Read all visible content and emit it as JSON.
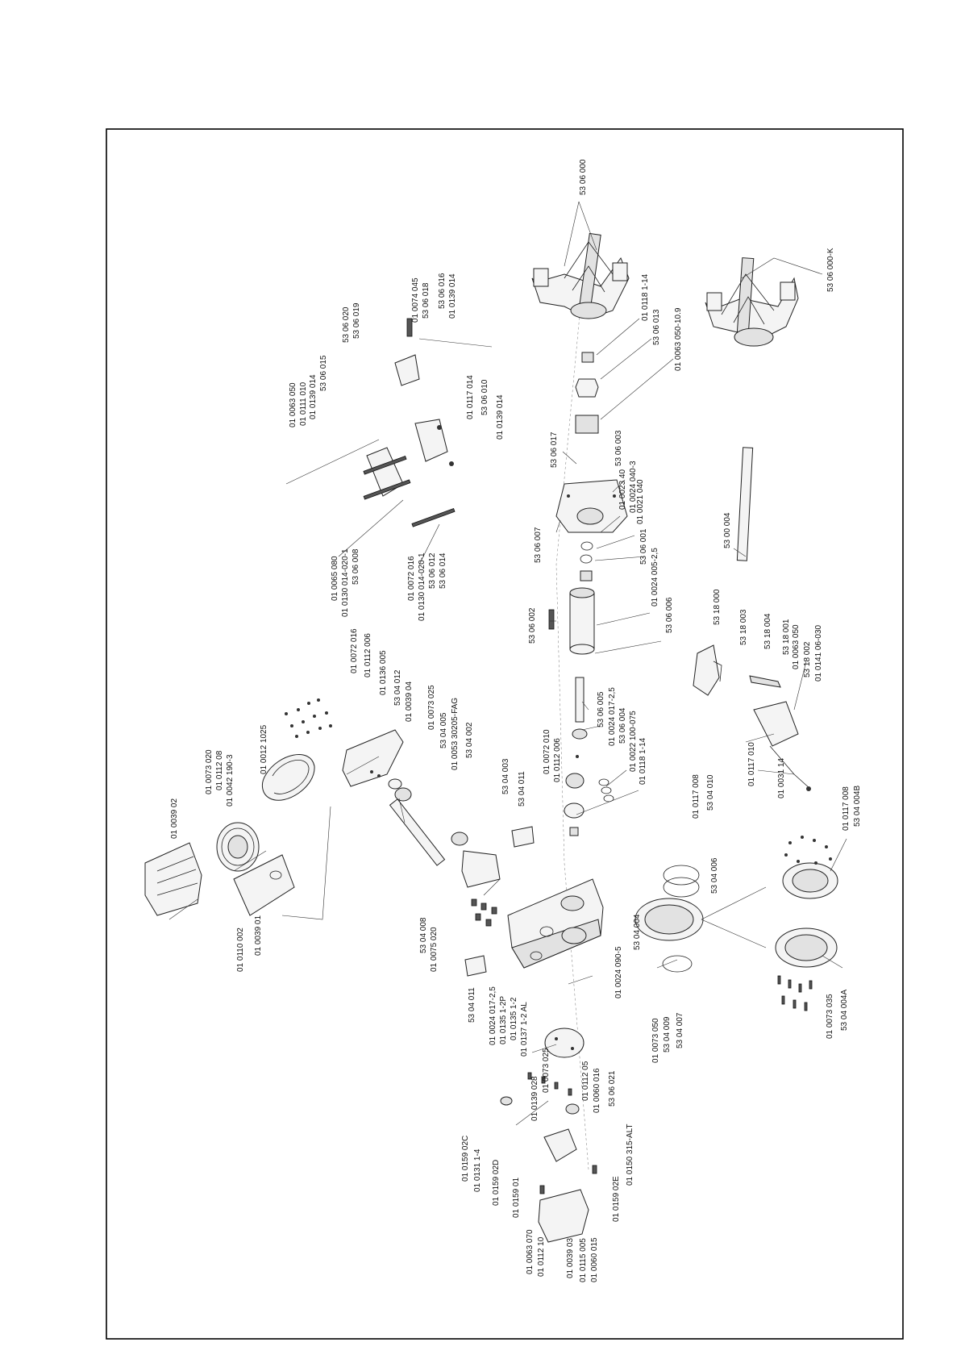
{
  "drawing": {
    "title": "",
    "orientation": "rotated-90",
    "labels": [
      "53 06 000",
      "53 06 000-K",
      "01 0118 1-14",
      "53 06 013",
      "01 0063 050-10.9",
      "53 06 017",
      "53 06 003",
      "01 0023 40",
      "01 0024 040-3",
      "01 0021 040",
      "53 06 001",
      "01 0024 005-2,5",
      "53 06 007",
      "53 06 002",
      "53 06 006",
      "53 06 005",
      "01 0024 017-2,5",
      "53 06 004",
      "01 0022 100-075",
      "01 0118 1-14",
      "53 00 004",
      "53 18 000",
      "53 18 003",
      "53 18 004",
      "53 18 001",
      "01 0063 050",
      "53 18 002",
      "01 0141 06-030",
      "01 0117 010",
      "01 0031 14",
      "01 0063 050",
      "01 0111 010",
      "01 0139 014",
      "53 06 015",
      "53 06 020",
      "53 06 019",
      "01 0074 045",
      "53 06 018",
      "53 06 016",
      "01 0139 014",
      "01 0117 014",
      "53 06 010",
      "01 0139 014",
      "01 0065 080",
      "01 0130 014-020-1",
      "53 06 008",
      "01 0072 016",
      "01 0130 014-020-1",
      "53 06 012",
      "53 06 014",
      "01 0072 016",
      "01 0112 006",
      "01 0136 005",
      "53 04 012",
      "01 0039 04",
      "01 0073 025",
      "53 04 005",
      "01 0053 30205-FAG",
      "53 04 002",
      "01 0073 020",
      "01 0112 08",
      "01 0042 190-3",
      "01 0012 1025",
      "01 0039 02",
      "01 0110 002",
      "01 0039 01",
      "53 04 003",
      "53 04 011",
      "01 0072 010",
      "01 0112 006",
      "53 04 008",
      "01 0075 020",
      "53 04 011",
      "01 0024 017-2,5",
      "01 0135 1-2P",
      "01 0135 1-2",
      "01 0137 1-2 AL",
      "01 0024 090-5",
      "01 0117 008",
      "53 04 010",
      "53 04 006",
      "53 04 004",
      "01 0073 050",
      "53 04 009",
      "53 04 007",
      "01 0117 008",
      "53 04 004B",
      "01 0073 035",
      "53 04 004A",
      "01 0139 028",
      "01 0073 025",
      "01 0112 05",
      "01 0060 016",
      "53 06 021",
      "01 0159 02C",
      "01 0131 1-4",
      "01 0159 02D",
      "01 0159 01",
      "01 0150 315-ALT",
      "01 0063 070",
      "01 0112 10",
      "01 0039 03",
      "01 0115 005",
      "01 0060 015",
      "01 0159 02E"
    ]
  }
}
